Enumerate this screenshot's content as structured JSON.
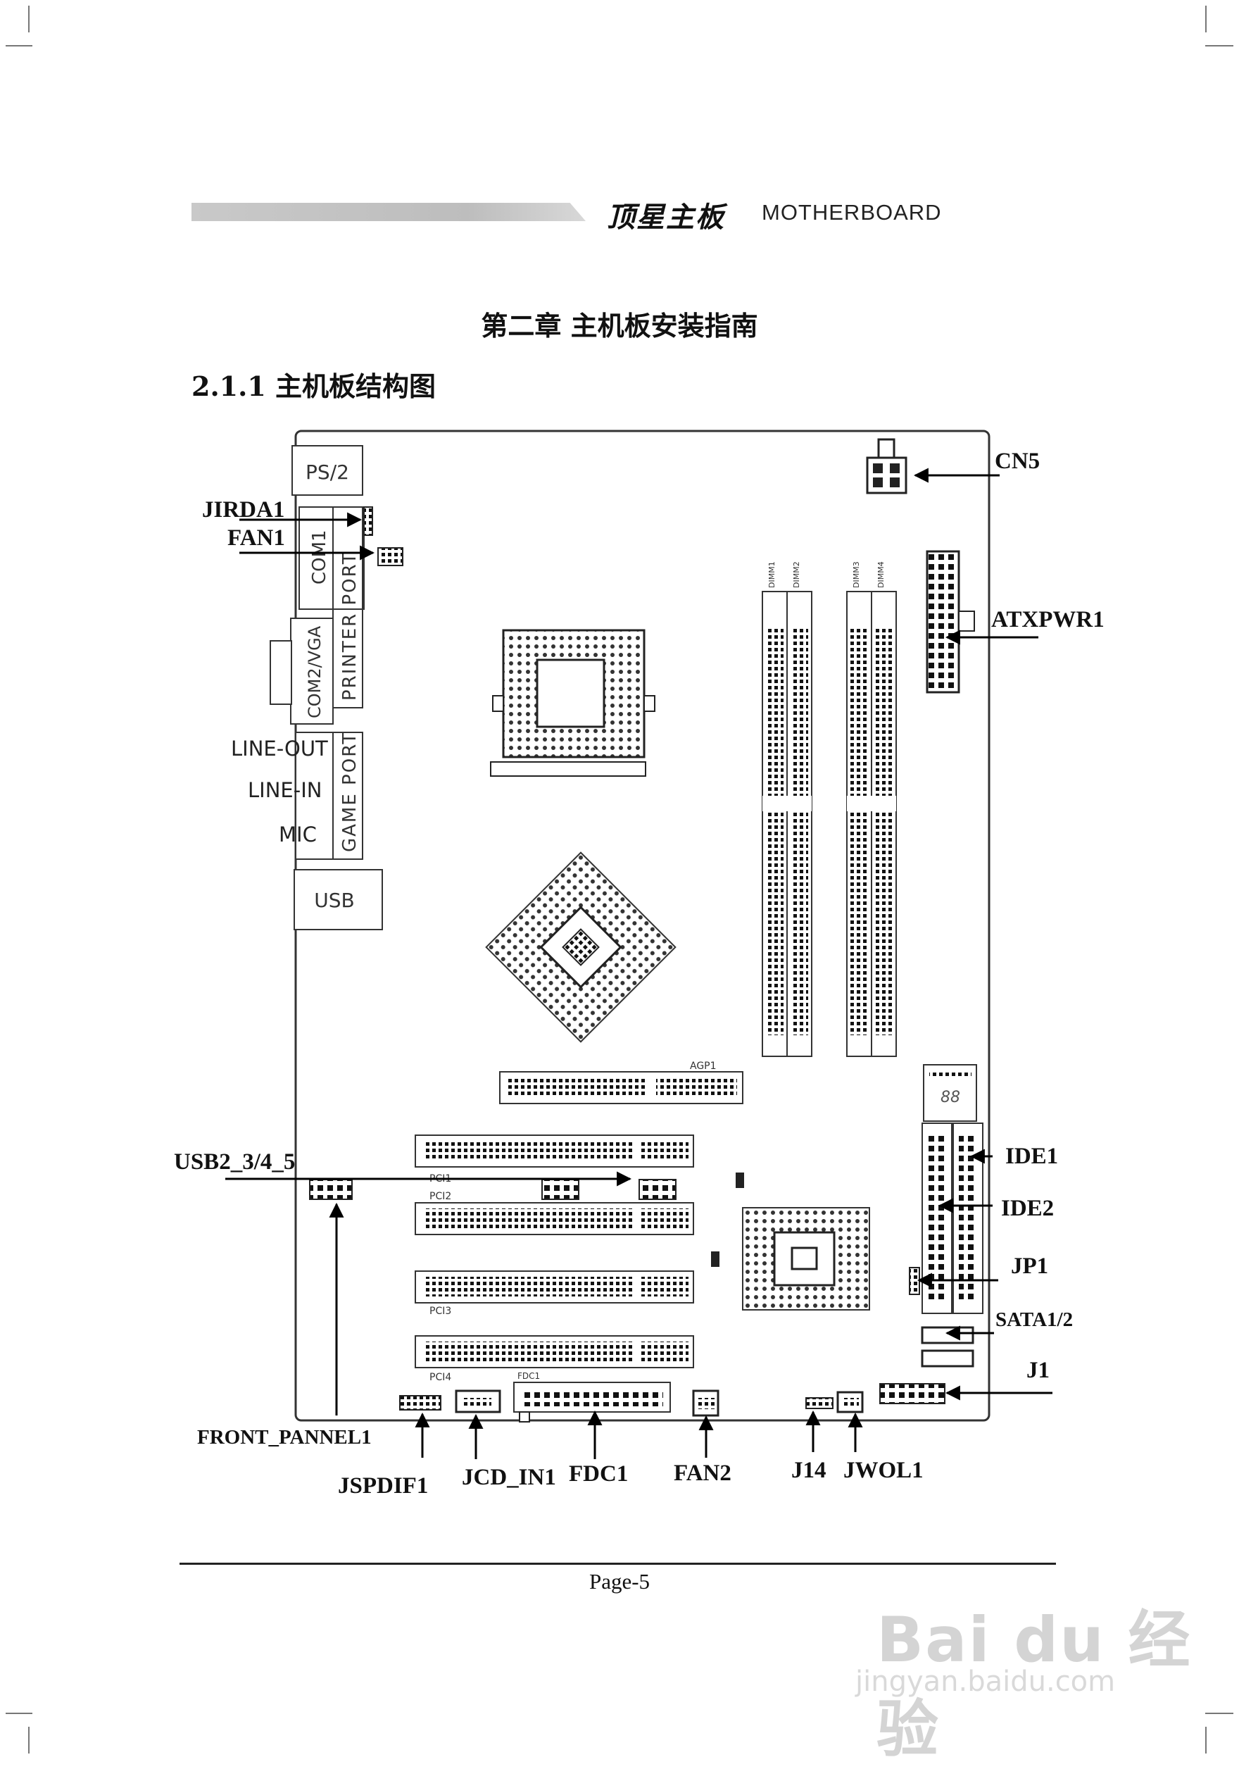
{
  "header": {
    "brand": "顶星主板",
    "brand_en": "MOTHERBOARD"
  },
  "chapter_title": "第二章 主机板安装指南",
  "section_title": "2.1.1  主机板结构图",
  "io_panel": {
    "ps2": "PS/2",
    "com1": "COM1",
    "printer_port": "PRINTER PORT",
    "com2_vga": "COM2/VGA",
    "game_port": "GAME PORT",
    "line_out": "LINE-OUT",
    "line_in": "LINE-IN",
    "mic": "MIC",
    "usb": "USB"
  },
  "board_text": {
    "dimm1": "DIMM1",
    "dimm2": "DIMM2",
    "dimm3": "DIMM3",
    "dimm4": "DIMM4",
    "agp": "AGP1",
    "pci1": "PCI1",
    "pci2": "PCI2",
    "pci3": "PCI3",
    "pci4": "PCI4",
    "fdc": "FDC1",
    "led": "88"
  },
  "callouts": {
    "cn5": "CN5",
    "jirda1": "JIRDA1",
    "fan1": "FAN1",
    "atxpwr1": "ATXPWR1",
    "ide1": "IDE1",
    "ide2": "IDE2",
    "jp1": "JP1",
    "sata": "SATA1/2",
    "j1": "J1",
    "usb2": "USB2_3/4_5",
    "front_pannel": "FRONT_PANNEL1",
    "jspdif": "JSPDIF1",
    "jcd": "JCD_IN1",
    "fdc1": "FDC1",
    "fan2": "FAN2",
    "j14": "J14",
    "jwol": "JWOL1"
  },
  "footer": {
    "page": "Page-5"
  },
  "watermark": {
    "brand": "Bai du 经验",
    "url": "jingyan.baidu.com"
  }
}
